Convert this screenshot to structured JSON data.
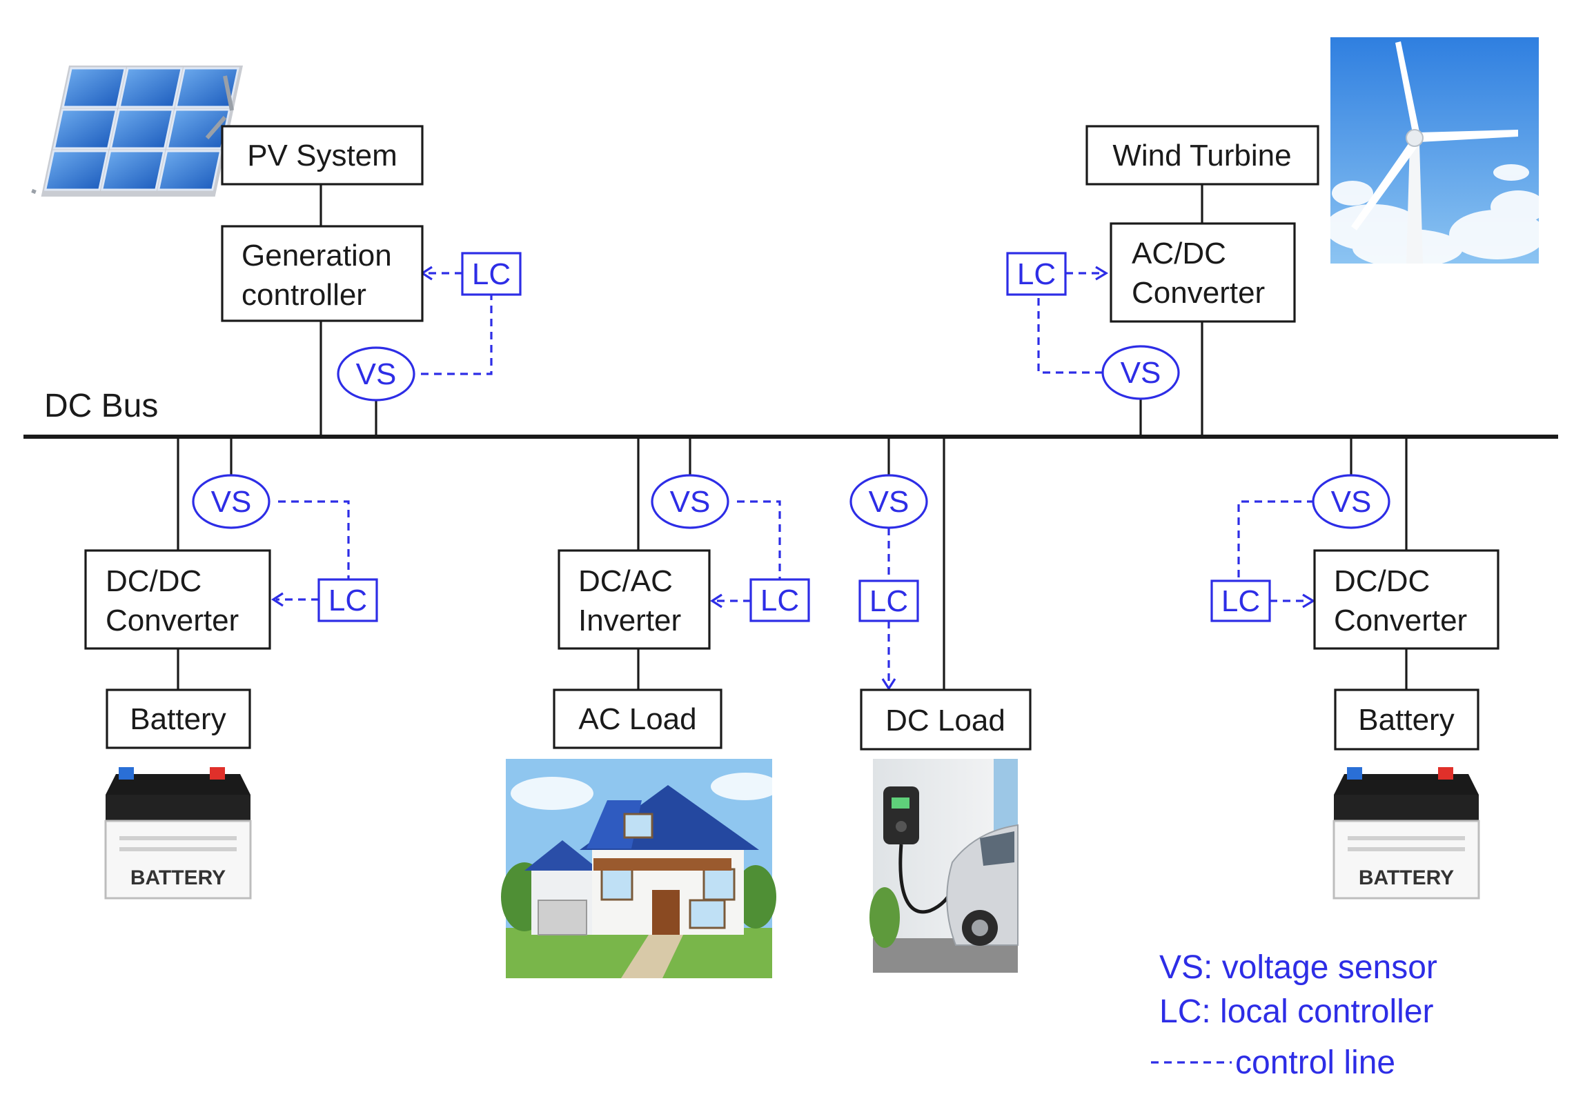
{
  "bus_label": "DC Bus",
  "blocks": {
    "pv_system": [
      "PV System"
    ],
    "generation_controller": [
      "Generation",
      "controller"
    ],
    "wind_turbine": [
      "Wind Turbine"
    ],
    "acdc_converter": [
      "AC/DC",
      "Converter"
    ],
    "dcdc_converter_left": [
      "DC/DC",
      "Converter"
    ],
    "battery_left": [
      "Battery"
    ],
    "dcac_inverter": [
      "DC/AC",
      "Inverter"
    ],
    "ac_load": [
      "AC Load"
    ],
    "dc_load": [
      "DC Load"
    ],
    "dcdc_converter_right": [
      "DC/DC",
      "Converter"
    ],
    "battery_right": [
      "Battery"
    ]
  },
  "voltage_sensor_label": "VS",
  "local_controller_label": "LC",
  "legend": {
    "vs": "VS: voltage sensor",
    "lc": "LC: local controller",
    "control_line": "control line"
  },
  "illustrations": {
    "battery_text": "BATTERY"
  },
  "colors": {
    "control": "#2d2de6",
    "line": "#1a1a1a"
  },
  "icons": [
    "solar-panel-icon",
    "wind-turbine-icon",
    "battery-icon",
    "house-icon",
    "ev-charger-icon"
  ]
}
